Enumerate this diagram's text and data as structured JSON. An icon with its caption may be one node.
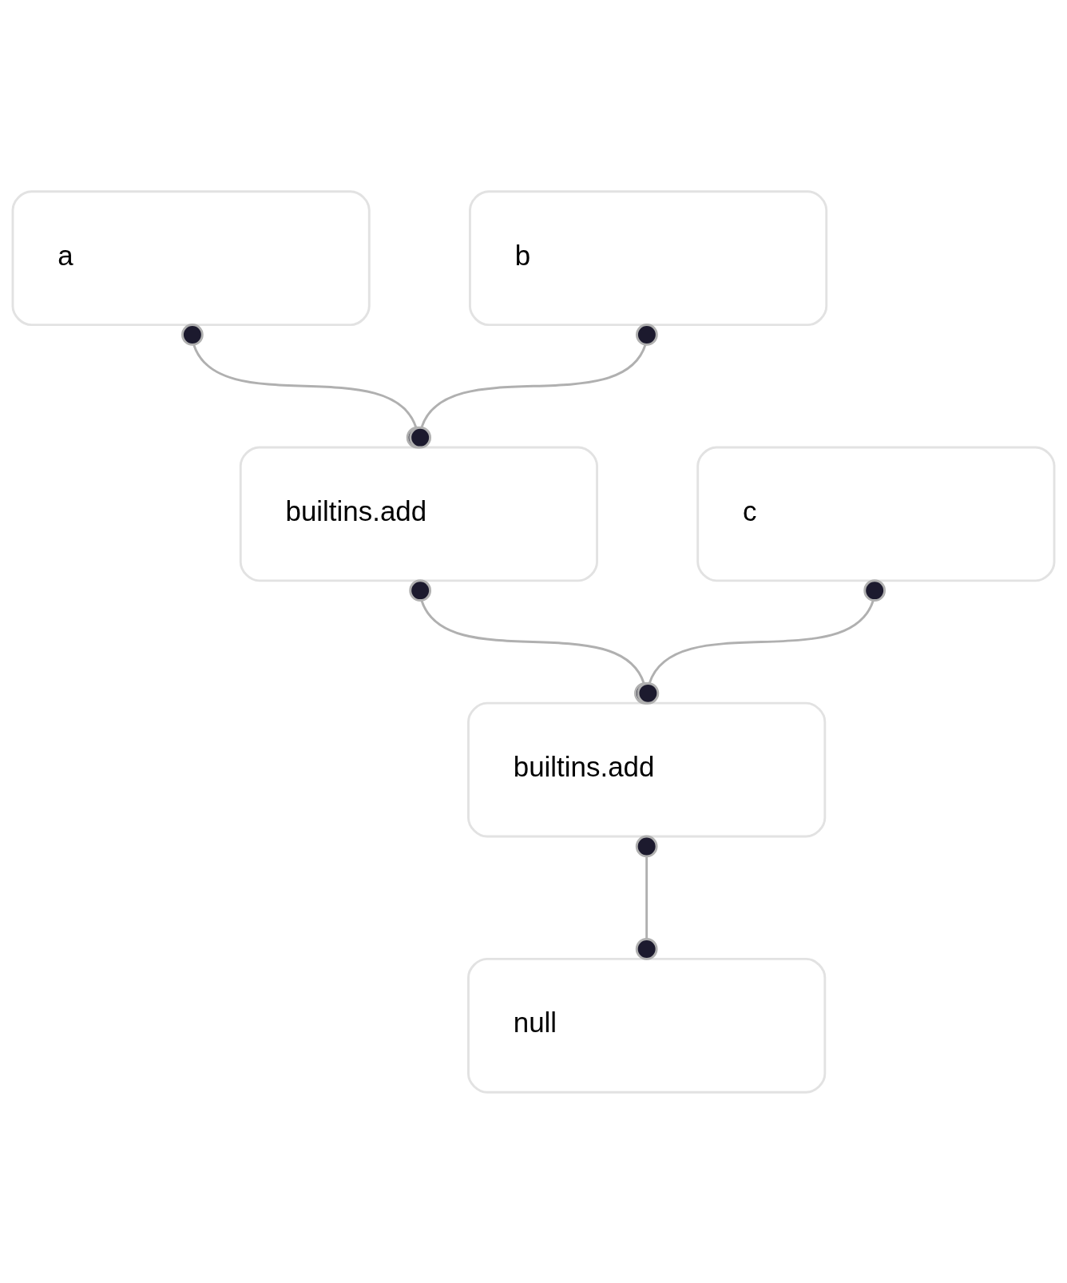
{
  "diagram": {
    "nodes": [
      {
        "text": [
          "a"
        ]
      },
      {
        "text": [
          "b"
        ]
      },
      {
        "text": [
          "builtins.add"
        ]
      },
      {
        "text": [
          "c"
        ]
      },
      {
        "text": [
          "builtins.add"
        ]
      },
      {
        "text": [
          "null"
        ]
      }
    ],
    "edges": [
      {
        "from": 0,
        "to": 2,
        "arrow": "other"
      },
      {
        "from": 1,
        "to": 2,
        "arrow": "other"
      },
      {
        "from": 2,
        "to": 4,
        "arrow": "other"
      },
      {
        "from": 3,
        "to": 4,
        "arrow": "other"
      },
      {
        "from": 4,
        "to": 5,
        "arrow": "other"
      }
    ]
  }
}
